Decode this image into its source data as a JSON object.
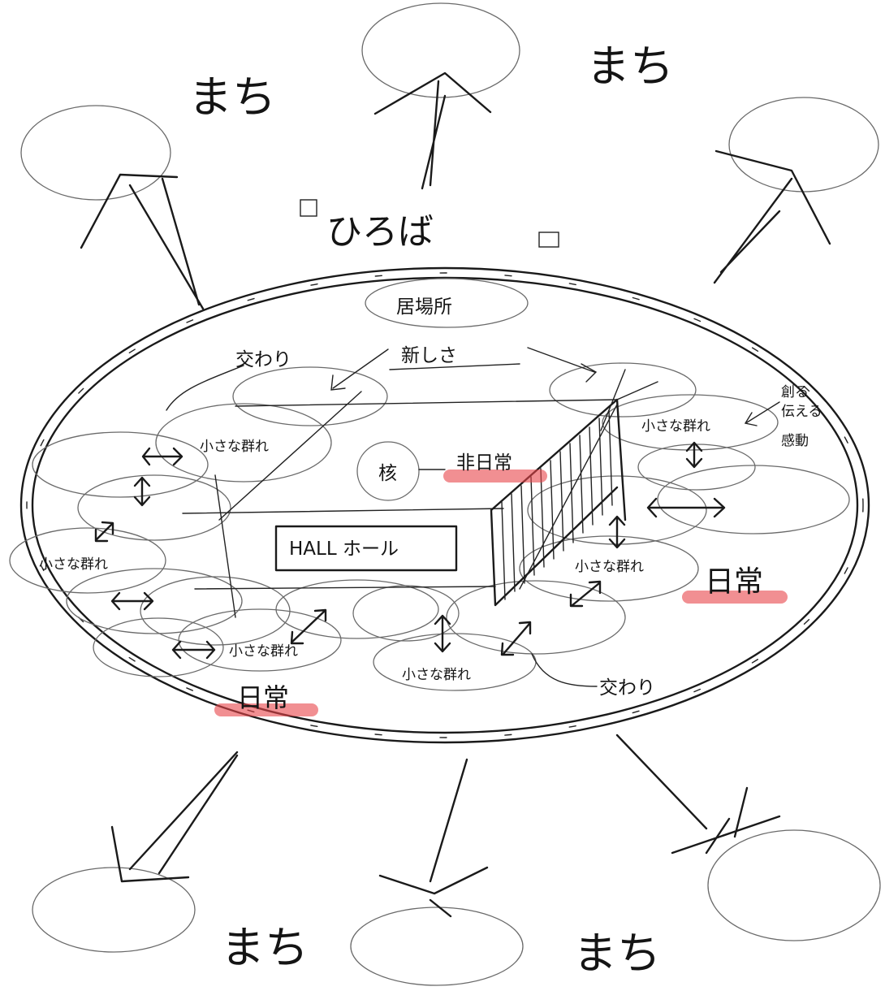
{
  "labels": {
    "machi": "まち",
    "hiroba": "ひろば",
    "meeting_place": "居場所",
    "new": "新しさ",
    "exchange": "交わり",
    "small_group": "小さな群れ",
    "core": "核",
    "extraordinary": "非日常",
    "everyday": "日常",
    "hall": "HALL ホール",
    "creation_line1": "創る",
    "creation_line2": "伝える",
    "creation_line3": "感動"
  },
  "colors": {
    "ink": "#1a1a1a",
    "bubble": "#6a6a6a",
    "highlight": "#e8454a",
    "paper": "#ffffff"
  }
}
